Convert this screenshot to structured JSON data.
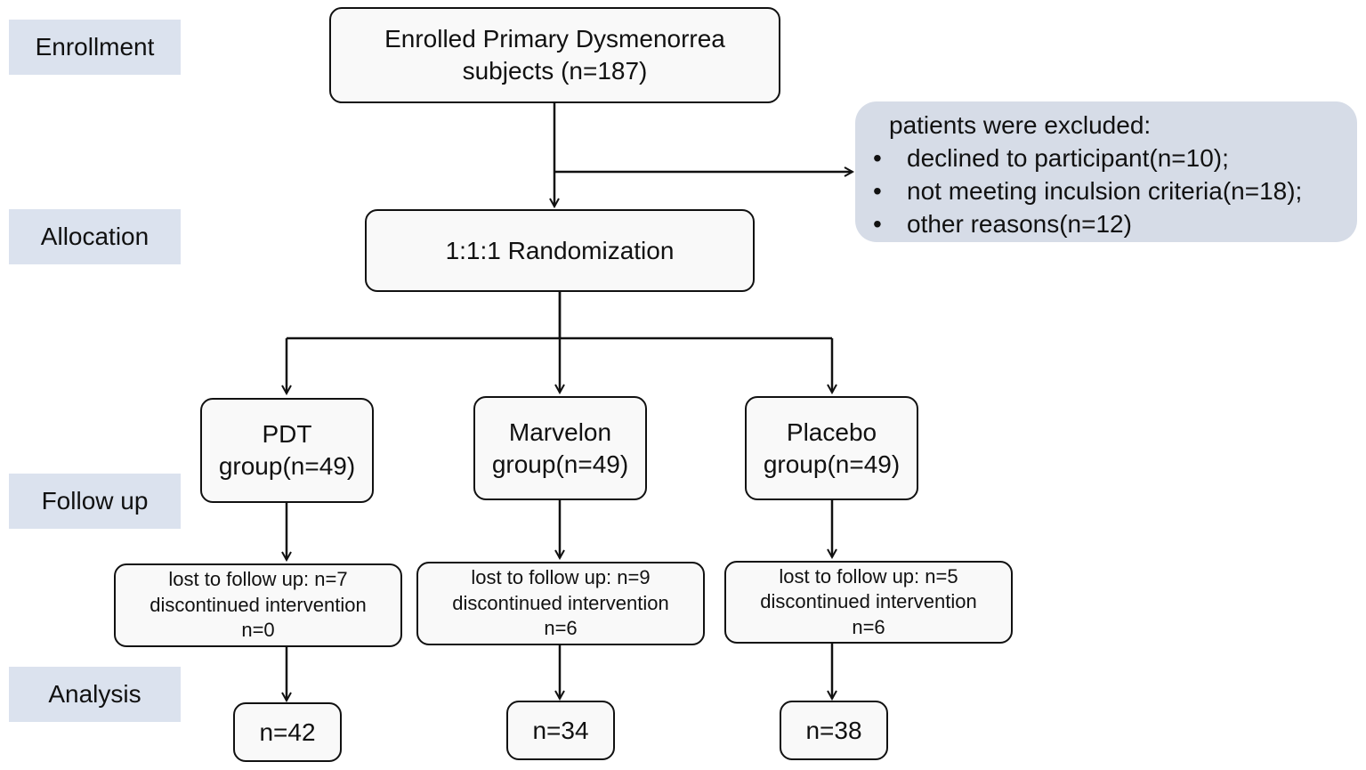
{
  "stages": {
    "enrollment": "Enrollment",
    "allocation": "Allocation",
    "follow_up": "Follow up",
    "analysis": "Analysis"
  },
  "enrolled": {
    "line1": "Enrolled Primary Dysmenorrea",
    "line2": "subjects (n=187)"
  },
  "excluded": {
    "header": "patients were excluded:",
    "reasons": [
      "declined to participant(n=10);",
      "not meeting inculsion criteria(n=18);",
      "other reasons(n=12)"
    ]
  },
  "randomization": "1:1:1 Randomization",
  "groups": [
    {
      "name": "PDT",
      "size": "group(n=49)",
      "lost": "lost to follow up: n=7",
      "discontinued": "discontinued intervention",
      "discontinued_n": "n=0",
      "analyzed": "n=42"
    },
    {
      "name": "Marvelon",
      "size": "group(n=49)",
      "lost": "lost to follow up: n=9",
      "discontinued": "discontinued intervention",
      "discontinued_n": "n=6",
      "analyzed": "n=34"
    },
    {
      "name": "Placebo",
      "size": "group(n=49)",
      "lost": "lost to follow up: n=5",
      "discontinued": "discontinued intervention",
      "discontinued_n": "n=6",
      "analyzed": "n=38"
    }
  ]
}
